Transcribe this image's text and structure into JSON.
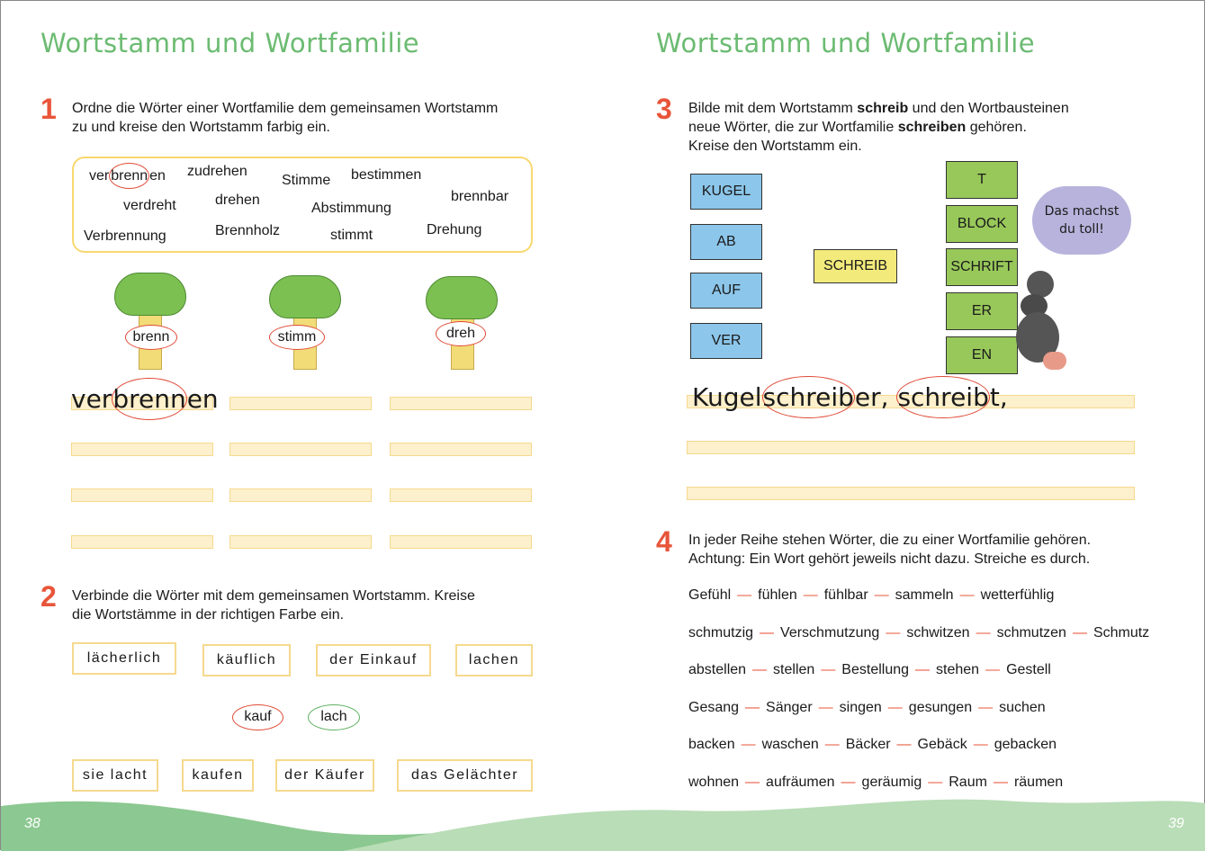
{
  "left": {
    "title": "Wortstamm und Wortfamilie",
    "ex1": {
      "number": "1",
      "instruction": [
        "Ordne die Wörter einer Wortfamilie dem gemeinsamen Wortstamm",
        "zu und kreise den Wortstamm farbig ein."
      ],
      "words": {
        "verbrennen_pre": "ver",
        "verbrennen_stem": "brenn",
        "verbrennen_suf": "en",
        "zudrehen": "zudrehen",
        "Stimme": "Stimme",
        "bestimmen": "bestimmen",
        "verdreht": "verdreht",
        "drehen": "drehen",
        "Abstimmung": "Abstimmung",
        "brennbar": "brennbar",
        "Verbrennung": "Verbrennung",
        "Brennholz": "Brennholz",
        "stimmt": "stimmt",
        "Drehung": "Drehung"
      },
      "stems": [
        "brenn",
        "stimm",
        "dreh"
      ],
      "example": {
        "pre": "ver",
        "stem": "brenn",
        "suf": "en"
      }
    },
    "ex2": {
      "number": "2",
      "instruction": [
        "Verbinde die Wörter mit dem gemeinsamen Wortstamm. Kreise",
        "die Wortstämme in der richtigen Farbe ein."
      ],
      "top_words": [
        "lächerlich",
        "käuflich",
        "der Einkauf",
        "lachen"
      ],
      "stems": [
        "kauf",
        "lach"
      ],
      "bottom_words": [
        "sie lacht",
        "kaufen",
        "der Käufer",
        "das Gelächter"
      ]
    },
    "page_number": "38"
  },
  "right": {
    "title": "Wortstamm und Wortfamilie",
    "ex3": {
      "number": "3",
      "instruction_parts": [
        "Bilde mit dem Wortstamm ",
        "schreib",
        " und den Wortbausteinen",
        "neue Wörter, die zur Wortfamilie ",
        "schreiben",
        " gehören.",
        "Kreise den Wortstamm ein."
      ],
      "prefixes": [
        "KUGEL",
        "AB",
        "AUF",
        "VER"
      ],
      "stem": "SCHREIB",
      "suffixes": [
        "T",
        "BLOCK",
        "SCHRIFT",
        "ER",
        "EN"
      ],
      "speech": [
        "Das machst",
        "du toll!"
      ],
      "example": [
        "Kugel",
        "schreib",
        "er, ",
        "schreib",
        "t,"
      ]
    },
    "ex4": {
      "number": "4",
      "instruction": [
        "In jeder Reihe stehen Wörter, die zu einer Wortfamilie gehören.",
        "Achtung: Ein Wort gehört jeweils nicht dazu. Streiche es durch."
      ],
      "rows": [
        [
          "Gefühl",
          "fühlen",
          "fühlbar",
          "sammeln",
          "wetterfühlig"
        ],
        [
          "schmutzig",
          "Verschmutzung",
          "schwitzen",
          "schmutzen",
          "Schmutz"
        ],
        [
          "abstellen",
          "stellen",
          "Bestellung",
          "stehen",
          "Gestell"
        ],
        [
          "Gesang",
          "Sänger",
          "singen",
          "gesungen",
          "suchen"
        ],
        [
          "backen",
          "waschen",
          "Bäcker",
          "Gebäck",
          "gebacken"
        ],
        [
          "wohnen",
          "aufräumen",
          "geräumig",
          "Raum",
          "räumen"
        ]
      ],
      "separator": "—"
    },
    "page_number": "39"
  },
  "colors": {
    "title": "#6cbb72",
    "number": "#e8553a",
    "circle": "#e04a36",
    "green_circle": "#5fb060"
  }
}
